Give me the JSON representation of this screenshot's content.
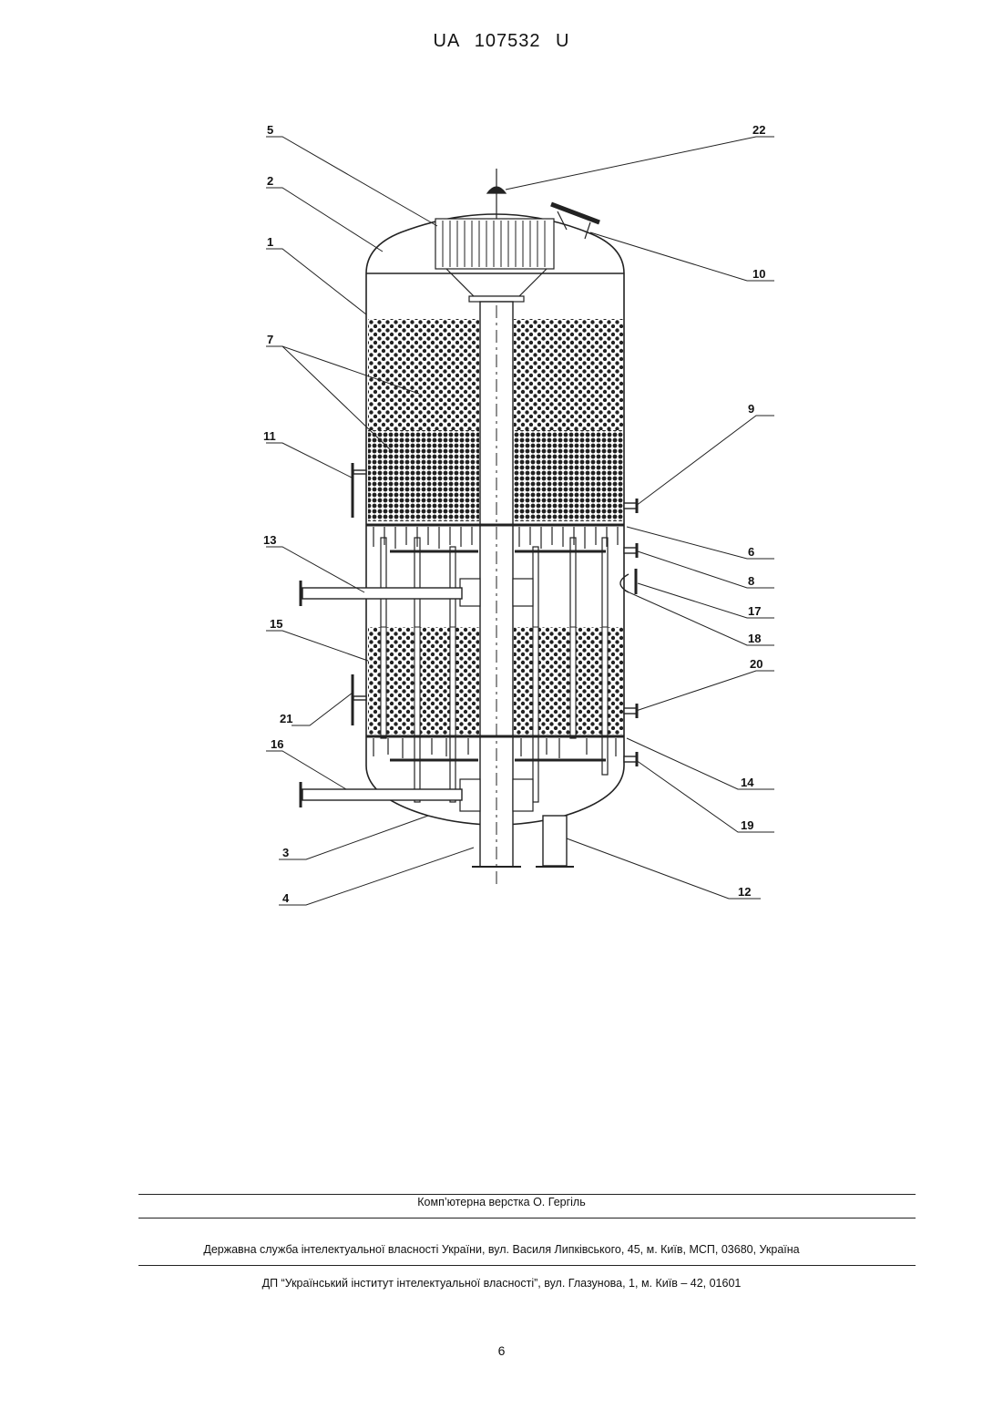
{
  "header": {
    "doc_id": "UA   107532   U"
  },
  "figure": {
    "labels": {
      "l1": "1",
      "l2": "2",
      "l3": "3",
      "l4": "4",
      "l5": "5",
      "l6": "6",
      "l7": "7",
      "l8": "8",
      "l9": "9",
      "l10": "10",
      "l11": "11",
      "l12": "12",
      "l13": "13",
      "l14": "14",
      "l15": "15",
      "l16": "16",
      "l17": "17",
      "l18": "18",
      "l19": "19",
      "l20": "20",
      "l21": "21",
      "l22": "22"
    }
  },
  "footer": {
    "layout": "Комп’ютерна верстка О. Гергіль",
    "office": "Державна служба інтелектуальної власності України, вул. Василя Липківського, 45, м. Київ, МСП, 03680, Україна",
    "institute": "ДП “Український інститут інтелектуальної власності”, вул. Глазунова, 1, м. Київ – 42, 01601",
    "page_number": "6"
  }
}
